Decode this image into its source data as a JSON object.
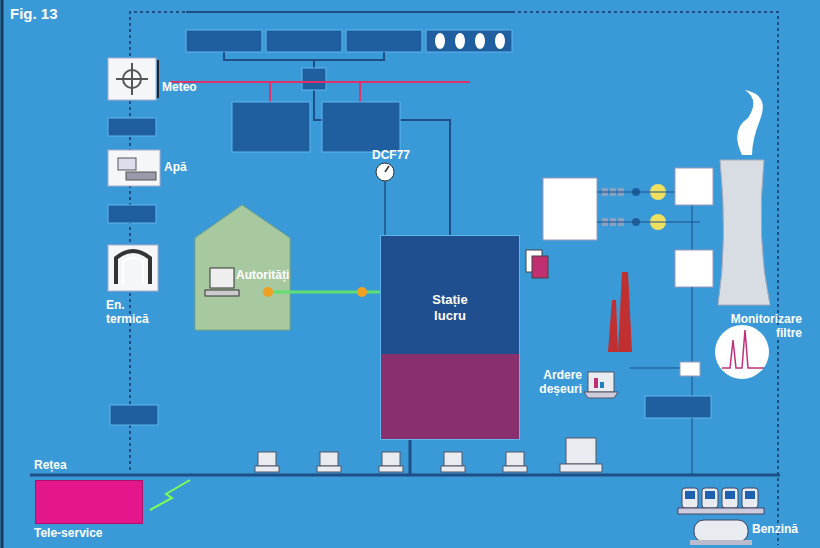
{
  "diagram": {
    "title": "Fig. 13",
    "nodes": [
      {
        "text": [
          "Stație lucru"
        ]
      },
      {
        "text": [
          "Tele-service"
        ]
      }
    ],
    "labels": [
      "Meteo",
      "Apă",
      "Autorități",
      "En. termică",
      "DCF77",
      "Monitorizare filtre",
      "Ardere deșeuri",
      "Rețea",
      "Benzină"
    ]
  }
}
